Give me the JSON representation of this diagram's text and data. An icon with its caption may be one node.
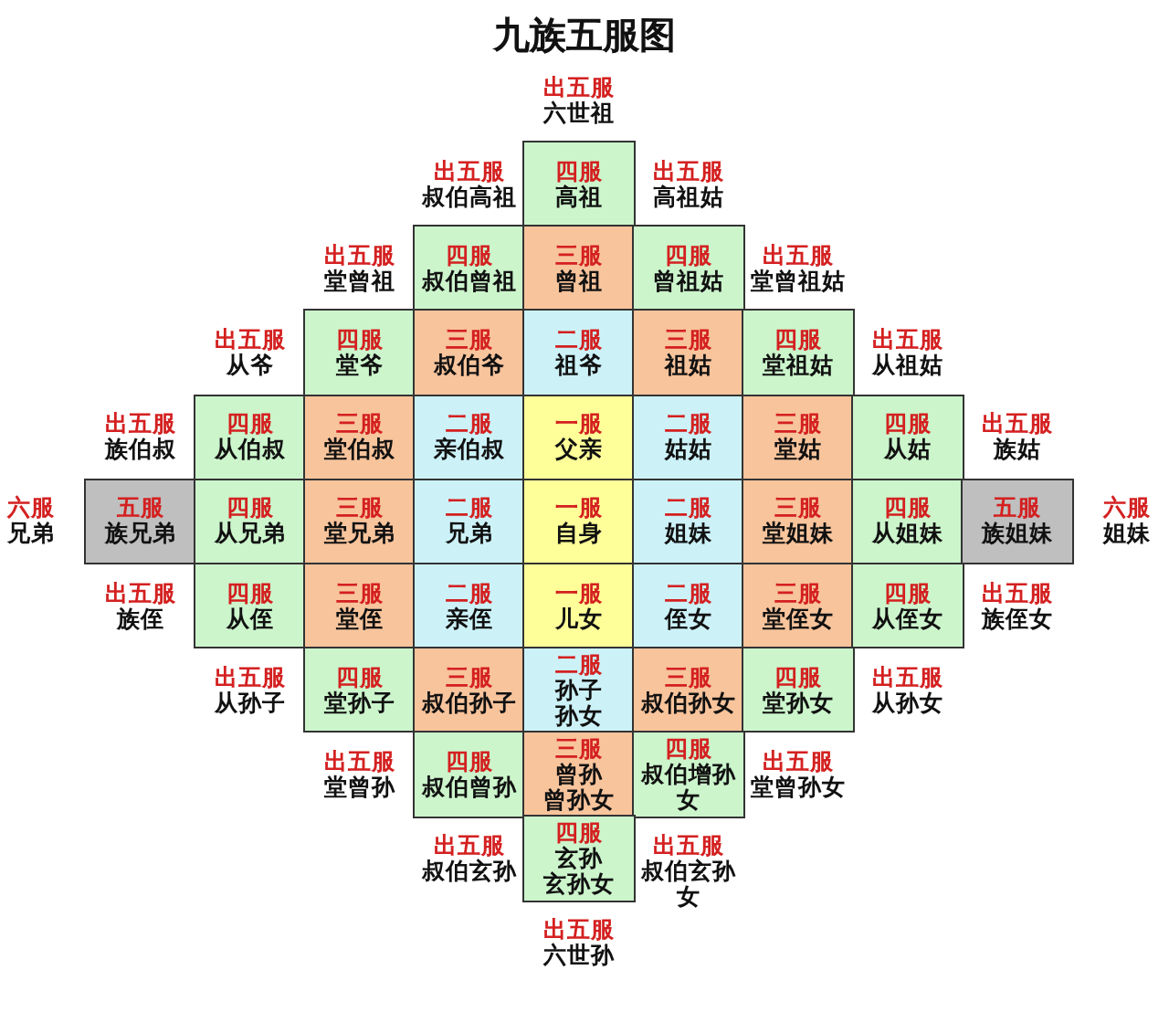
{
  "diagram": {
    "title": "九族五服图",
    "nodes": [
      {
        "text": [
          "四服",
          "高祖"
        ]
      },
      {
        "text": [
          "四服",
          "叔伯曾祖"
        ]
      },
      {
        "text": [
          "三服",
          "曾祖"
        ]
      },
      {
        "text": [
          "四服",
          "曾祖姑"
        ]
      },
      {
        "text": [
          "四服",
          "堂爷"
        ]
      },
      {
        "text": [
          "三服",
          "叔伯爷"
        ]
      },
      {
        "text": [
          "二服",
          "祖爷"
        ]
      },
      {
        "text": [
          "三服",
          "祖姑"
        ]
      },
      {
        "text": [
          "四服",
          "堂祖姑"
        ]
      },
      {
        "text": [
          "四服",
          "从伯叔"
        ]
      },
      {
        "text": [
          "三服",
          "堂伯叔"
        ]
      },
      {
        "text": [
          "二服",
          "亲伯叔"
        ]
      },
      {
        "text": [
          "一服",
          "父亲"
        ]
      },
      {
        "text": [
          "二服",
          "姑姑"
        ]
      },
      {
        "text": [
          "三服",
          "堂姑"
        ]
      },
      {
        "text": [
          "四服",
          "从姑"
        ]
      },
      {
        "text": [
          "五服",
          "族兄弟"
        ]
      },
      {
        "text": [
          "四服",
          "从兄弟"
        ]
      },
      {
        "text": [
          "三服",
          "堂兄弟"
        ]
      },
      {
        "text": [
          "二服",
          "兄弟"
        ]
      },
      {
        "text": [
          "一服",
          "自身"
        ]
      },
      {
        "text": [
          "二服",
          "姐妹"
        ]
      },
      {
        "text": [
          "三服",
          "堂姐妹"
        ]
      },
      {
        "text": [
          "四服",
          "从姐妹"
        ]
      },
      {
        "text": [
          "五服",
          "族姐妹"
        ]
      },
      {
        "text": [
          "四服",
          "从侄"
        ]
      },
      {
        "text": [
          "三服",
          "堂侄"
        ]
      },
      {
        "text": [
          "二服",
          "亲侄"
        ]
      },
      {
        "text": [
          "一服",
          "儿女"
        ]
      },
      {
        "text": [
          "二服",
          "侄女"
        ]
      },
      {
        "text": [
          "三服",
          "堂侄女"
        ]
      },
      {
        "text": [
          "四服",
          "从侄女"
        ]
      },
      {
        "text": [
          "四服",
          "堂孙子"
        ]
      },
      {
        "text": [
          "三服",
          "叔伯孙子"
        ]
      },
      {
        "text": [
          "二服",
          "孙子",
          "孙女"
        ]
      },
      {
        "text": [
          "三服",
          "叔伯孙女"
        ]
      },
      {
        "text": [
          "四服",
          "堂孙女"
        ]
      },
      {
        "text": [
          "四服",
          "叔伯曾孙"
        ]
      },
      {
        "text": [
          "三服",
          "曾孙",
          "曾孙女"
        ]
      },
      {
        "text": [
          "四服",
          "叔伯增孙女"
        ]
      },
      {
        "text": [
          "四服",
          "玄孙",
          "玄孙女"
        ]
      }
    ],
    "labels": [
      "出五服",
      "六世祖",
      "出五服",
      "叔伯高祖",
      "出五服",
      "高祖姑",
      "出五服",
      "堂曾祖",
      "出五服",
      "堂曾祖姑",
      "出五服",
      "从爷",
      "出五服",
      "从祖姑",
      "出五服",
      "族伯叔",
      "出五服",
      "族姑",
      "六服",
      "兄弟",
      "六服",
      "姐妹",
      "出五服",
      "族侄",
      "出五服",
      "族侄女",
      "出五服",
      "从孙子",
      "出五服",
      "从孙女",
      "出五服",
      "堂曾孙",
      "出五服",
      "堂曾孙女",
      "出五服",
      "叔伯玄孙",
      "出五服",
      "叔伯玄孙女",
      "出五服",
      "六世孙"
    ]
  }
}
